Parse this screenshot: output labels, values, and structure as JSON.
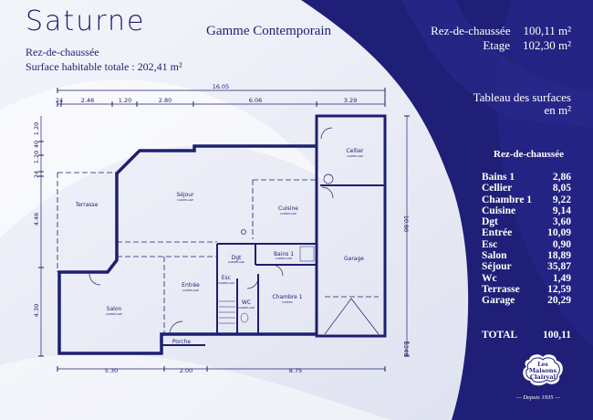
{
  "header": {
    "title": "Saturne",
    "level": "Rez-de-chaussée",
    "surface_total": "Surface habitable totale : 202,41 m²",
    "range": "Gamme Contemporain"
  },
  "summary": [
    {
      "label": "Rez-de-chaussée",
      "value": "100,11 m²"
    },
    {
      "label": "Etage",
      "value": "102,30 m²"
    }
  ],
  "table": {
    "title": "Tableau des surfaces",
    "unit": "en m²",
    "section": "Rez-de-chaussée",
    "rows": [
      {
        "room": "Bains 1",
        "area": "2,86"
      },
      {
        "room": "Cellier",
        "area": "8,05"
      },
      {
        "room": "Chambre 1",
        "area": "9,22"
      },
      {
        "room": "Cuisine",
        "area": "9,14"
      },
      {
        "room": "Dgt",
        "area": "3,60"
      },
      {
        "room": "Entrée",
        "area": "10,09"
      },
      {
        "room": "Esc",
        "area": "0,90"
      },
      {
        "room": "Salon",
        "area": "18,89"
      },
      {
        "room": "Séjour",
        "area": "35,87"
      },
      {
        "room": "Wc",
        "area": "1,49"
      },
      {
        "room": "Terrasse",
        "area": "12,59"
      },
      {
        "room": "Garage",
        "area": "20,29"
      }
    ],
    "total_label": "TOTAL",
    "total_value": "100,11"
  },
  "plan": {
    "rooms": {
      "sejour": "Séjour",
      "terrasse": "Terrasse",
      "cuisine": "Cuisine",
      "cellier": "Cellier",
      "garage": "Garage",
      "dgt": "Dgt",
      "bains": "Bains 1",
      "esc": "Esc",
      "entree": "Entrée",
      "wc": "WC",
      "chambre": "Chambre 1",
      "salon": "Salon",
      "porche": "Porche"
    },
    "floor": "CARRELAGE",
    "floor_chambre": "DIVERS",
    "dims_top": {
      "total": "16.05",
      "d0": "24",
      "d1": "2.46",
      "d2": "1.20",
      "d3": "2.80",
      "d4": "6.06",
      "d5": "3.29"
    },
    "dims_bottom": {
      "d1": "5.30",
      "d2": "2.00",
      "d3": "8.75"
    },
    "dims_left": {
      "d1": "1.20",
      "d2": "40",
      "d3": "1.20",
      "d4": "24",
      "d5": "4.46",
      "d6": "4.30"
    },
    "dims_right": {
      "total": "10.80",
      "d1": "52",
      "d2": "48"
    }
  },
  "logo": {
    "line1": "Les",
    "line2": "Maisons",
    "line3": "Clairval",
    "since": "Depuis 1935"
  },
  "colors": {
    "navy": "#1f1f78",
    "ink": "#1d1f70"
  }
}
